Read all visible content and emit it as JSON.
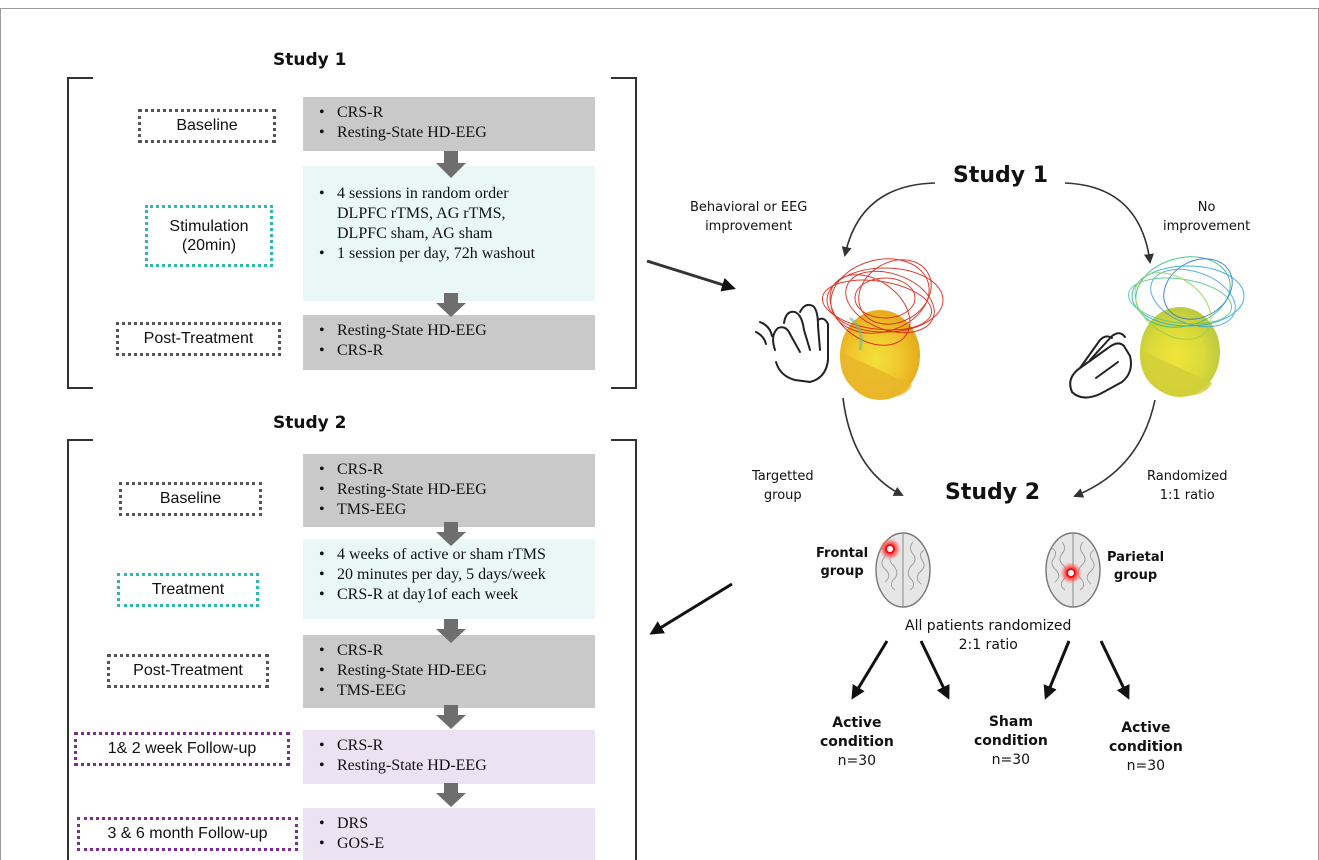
{
  "study1": {
    "title": "Study 1",
    "stages": [
      {
        "label": "Baseline",
        "border": "#555555",
        "bullets": [
          "CRS-R",
          "Resting-State HD-EEG"
        ]
      },
      {
        "label_lines": [
          "Stimulation",
          "(20min)"
        ],
        "border": "#2fb7ad",
        "bullets": [
          "4 sessions in random order",
          "DLPFC rTMS, AG rTMS,",
          "DLPFC sham, AG sham",
          "1 session per day, 72h washout"
        ]
      },
      {
        "label": "Post-Treatment",
        "border": "#555555",
        "bullets": [
          "Resting-State HD-EEG",
          "CRS-R"
        ]
      }
    ]
  },
  "study2": {
    "title": "Study 2",
    "stages": [
      {
        "label": "Baseline",
        "bullets": [
          "CRS-R",
          "Resting-State HD-EEG",
          "TMS-EEG"
        ]
      },
      {
        "label": "Treatment",
        "bullets": [
          "4 weeks of active or sham rTMS",
          "20 minutes per day, 5 days/week",
          "CRS-R at day1of each week"
        ]
      },
      {
        "label": "Post-Treatment",
        "bullets": [
          "CRS-R",
          "Resting-State HD-EEG",
          "TMS-EEG"
        ]
      },
      {
        "label": "1& 2 week Follow-up",
        "bullets": [
          "CRS-R",
          "Resting-State HD-EEG"
        ]
      },
      {
        "label": "3 & 6 month Follow-up",
        "bullets": [
          "DRS",
          "GOS-E"
        ]
      }
    ]
  },
  "right": {
    "study1_title": "Study 1",
    "study2_title": "Study 2",
    "behavioral": [
      "Behavioral or EEG",
      "improvement"
    ],
    "no_improvement": [
      "No",
      "improvement"
    ],
    "targetted": [
      "Targetted",
      "group"
    ],
    "randomized": [
      "Randomized",
      "1:1 ratio"
    ],
    "frontal": [
      "Frontal",
      "group"
    ],
    "parietal": [
      "Parietal",
      "group"
    ],
    "all_randomized": [
      "All patients randomized",
      "2:1 ratio"
    ],
    "conditions": [
      {
        "title": [
          "Active",
          "condition"
        ],
        "n": "n=30"
      },
      {
        "title": [
          "Sham",
          "condition"
        ],
        "n": "n=30"
      },
      {
        "title": [
          "Active",
          "condition"
        ],
        "n": "n=30"
      }
    ]
  },
  "colors": {
    "gray_box": "#c9c9c9",
    "cyan_box": "#eaf7f7",
    "lavender_box": "#ece2f1",
    "teal_border": "#2fb7ad",
    "purple_border": "#7a2f8f",
    "gray_border": "#555555",
    "arrow": "#6e6e6e"
  }
}
